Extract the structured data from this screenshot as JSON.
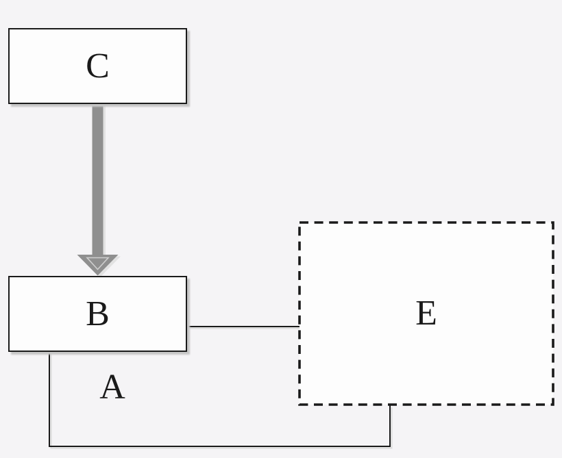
{
  "diagram": {
    "nodes": [
      {
        "id": "C",
        "label": "C",
        "shape": "rectangle",
        "border": "solid",
        "shadow": true
      },
      {
        "id": "B",
        "label": "B",
        "shape": "rectangle",
        "border": "solid",
        "shadow": true
      },
      {
        "id": "E",
        "label": "E",
        "shape": "rectangle",
        "border": "dashed",
        "shadow": false
      }
    ],
    "annotations": [
      {
        "id": "A",
        "label": "A",
        "position": "below-B"
      }
    ],
    "edges": [
      {
        "from": "C",
        "to": "B",
        "style": "thick-gray-arrow",
        "arrowhead": "filled-triangle-down-with-inner-outline"
      },
      {
        "from": "B",
        "to": "E",
        "style": "thin-black-line",
        "route": "horizontal-right-to-E-left-edge"
      },
      {
        "from": "B",
        "to": "E",
        "style": "thin-black-line",
        "route": "down-from-B-bottom, right-along-bottom, up-to-E-bottom-edge"
      }
    ]
  },
  "colors": {
    "background": "#f5f4f6",
    "node-fill": "#fdfdfd",
    "node-border": "#1a1a1a",
    "node-shadow": "#c6c6c6",
    "arrow-gray": "#8f8f8f",
    "arrow-shadow": "#e2e2e2",
    "line": "#1a1a1a",
    "line-shadow": "#c9c9c9"
  }
}
